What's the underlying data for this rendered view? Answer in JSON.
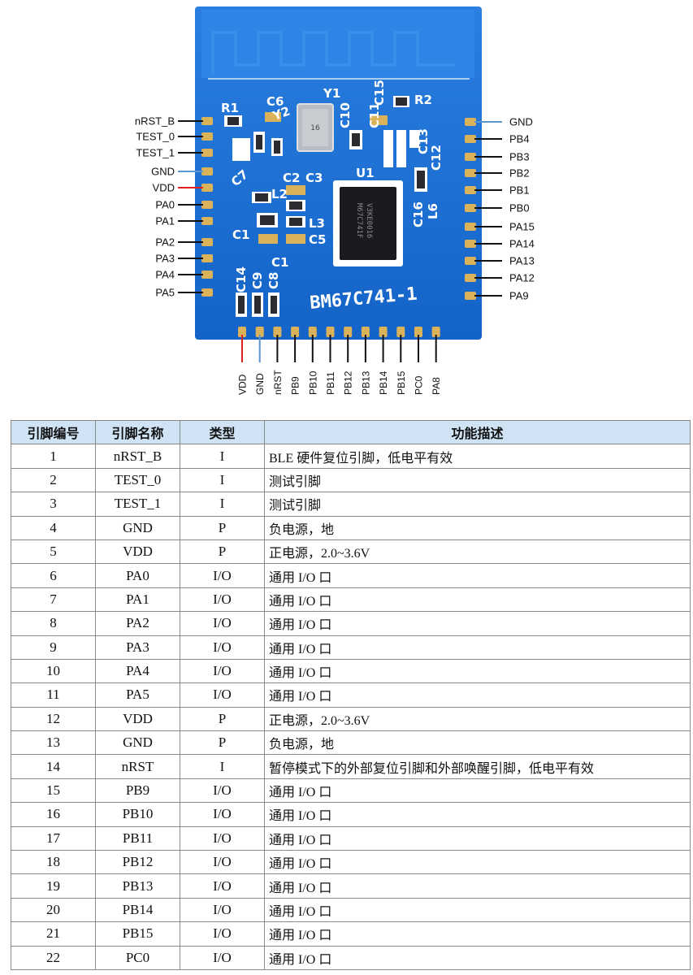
{
  "module": {
    "label": "BM67C741-1",
    "chip_marks": [
      "M67C741F",
      "V3KE0016"
    ],
    "crystal_mark": "16"
  },
  "silkscreen": {
    "R1": "R1",
    "C6": "C6",
    "Y1": "Y1",
    "Y2": "Y2",
    "C10": "C10",
    "C11": "C11",
    "C15": "C15",
    "R2": "R2",
    "C13": "C13",
    "C12": "C12",
    "C7": "C7",
    "C2": "C2",
    "C3": "C3",
    "L2": "L2",
    "U1": "U1",
    "C16": "C16",
    "L6": "L6",
    "L3": "L3",
    "C1": "C1",
    "C5": "C5",
    "C14": "C14",
    "C9": "C9",
    "C8": "C8"
  },
  "pins_left": [
    "nRST_B",
    "TEST_0",
    "TEST_1",
    "GND",
    "VDD",
    "PA0",
    "PA1",
    "PA2",
    "PA3",
    "PA4",
    "PA5"
  ],
  "pins_right": [
    "GND",
    "PB4",
    "PB3",
    "PB2",
    "PB1",
    "PB0",
    "PA15",
    "PA14",
    "PA13",
    "PA12",
    "PA9"
  ],
  "pins_bottom": [
    "VDD",
    "GND",
    "nRST",
    "PB9",
    "PB10",
    "PB11",
    "PB12",
    "PB13",
    "PB14",
    "PB15",
    "PC0",
    "PA8"
  ],
  "colors": {
    "pcb_blue": "#1a6fd6",
    "pcb_dark": "#0f4fae",
    "pad_gold": "#d9b25a",
    "vdd_line": "#e02020",
    "gnd_line": "#5b95cf",
    "signal_line": "#111111",
    "table_header": "#cfe3f5"
  },
  "table": {
    "headers": [
      "引脚编号",
      "引脚名称",
      "类型",
      "功能描述"
    ],
    "rows": [
      [
        "1",
        "nRST_B",
        "I",
        "BLE 硬件复位引脚，低电平有效"
      ],
      [
        "2",
        "TEST_0",
        "I",
        "测试引脚"
      ],
      [
        "3",
        "TEST_1",
        "I",
        "测试引脚"
      ],
      [
        "4",
        "GND",
        "P",
        "负电源，地"
      ],
      [
        "5",
        "VDD",
        "P",
        "正电源，2.0~3.6V"
      ],
      [
        "6",
        "PA0",
        "I/O",
        "通用 I/O 口"
      ],
      [
        "7",
        "PA1",
        "I/O",
        "通用 I/O 口"
      ],
      [
        "8",
        "PA2",
        "I/O",
        "通用 I/O 口"
      ],
      [
        "9",
        "PA3",
        "I/O",
        "通用 I/O 口"
      ],
      [
        "10",
        "PA4",
        "I/O",
        "通用 I/O 口"
      ],
      [
        "11",
        "PA5",
        "I/O",
        "通用 I/O 口"
      ],
      [
        "12",
        "VDD",
        "P",
        "正电源，2.0~3.6V"
      ],
      [
        "13",
        "GND",
        "P",
        "负电源，地"
      ],
      [
        "14",
        "nRST",
        "I",
        "暂停模式下的外部复位引脚和外部唤醒引脚，低电平有效"
      ],
      [
        "15",
        "PB9",
        "I/O",
        "通用 I/O 口"
      ],
      [
        "16",
        "PB10",
        "I/O",
        "通用 I/O 口"
      ],
      [
        "17",
        "PB11",
        "I/O",
        "通用 I/O 口"
      ],
      [
        "18",
        "PB12",
        "I/O",
        "通用 I/O 口"
      ],
      [
        "19",
        "PB13",
        "I/O",
        "通用 I/O 口"
      ],
      [
        "20",
        "PB14",
        "I/O",
        "通用 I/O 口"
      ],
      [
        "21",
        "PB15",
        "I/O",
        "通用 I/O 口"
      ],
      [
        "22",
        "PC0",
        "I/O",
        "通用 I/O 口"
      ]
    ]
  }
}
